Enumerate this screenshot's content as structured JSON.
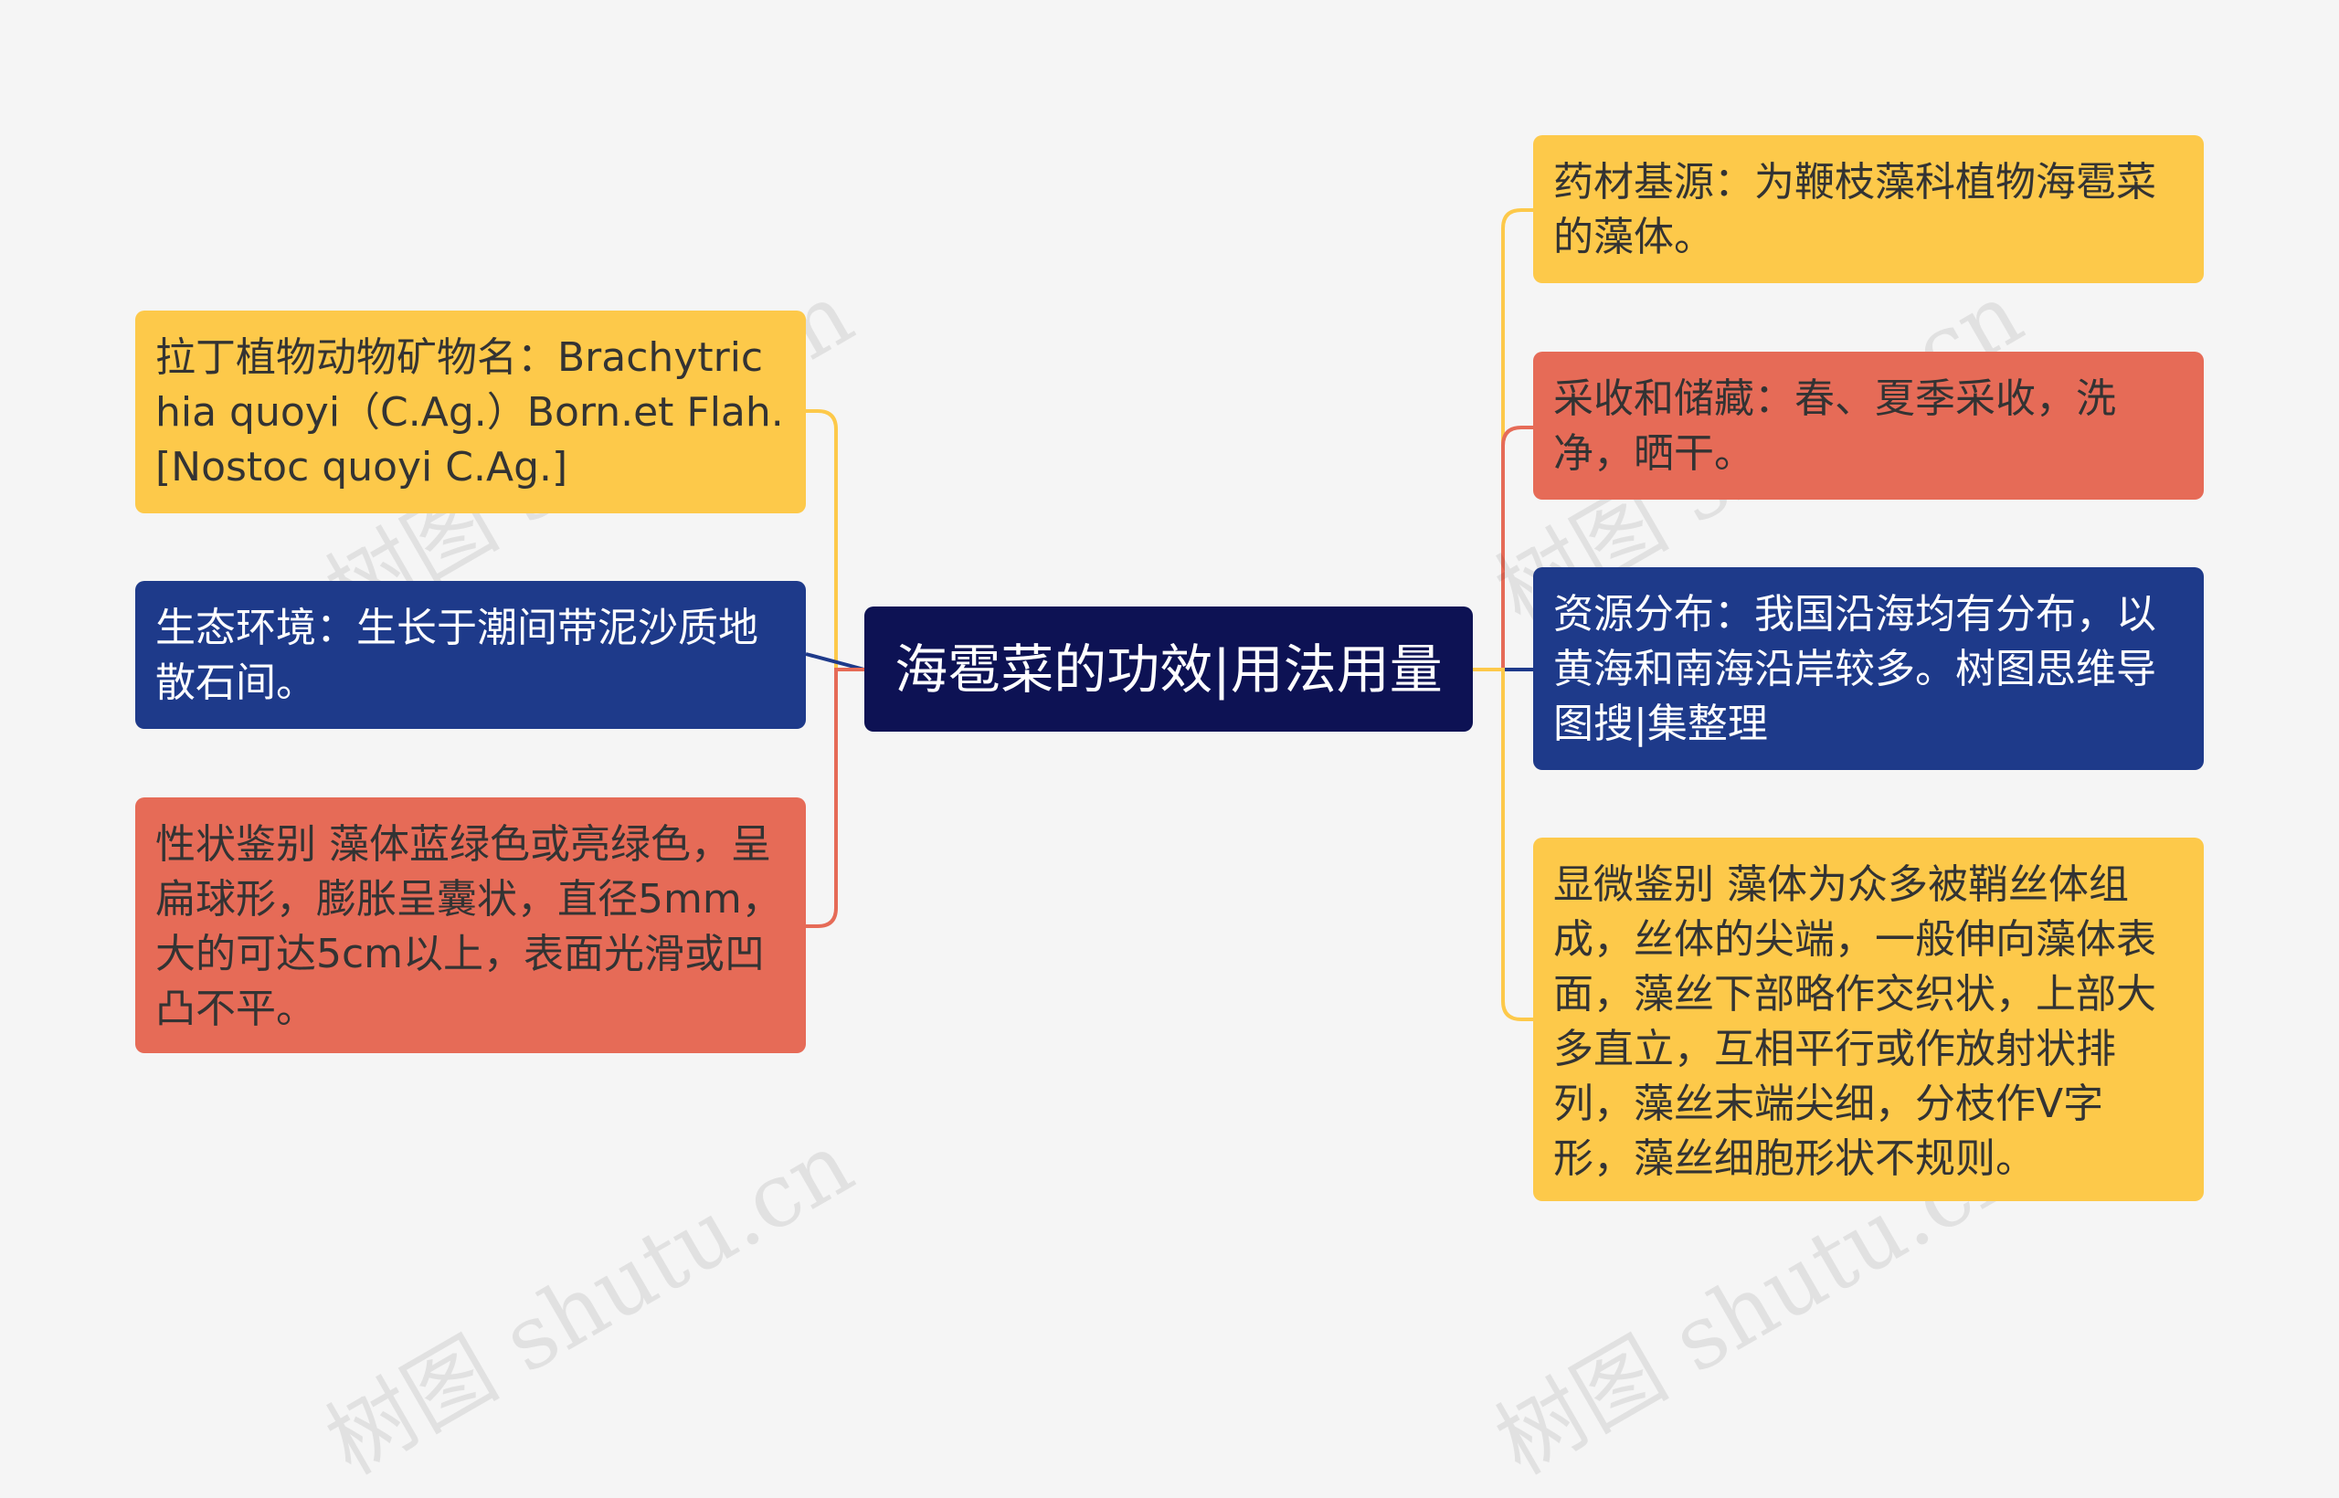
{
  "mindmap": {
    "root": {
      "label": "海雹菜的功效|用法用量"
    },
    "left": [
      {
        "label": "拉丁植物动物矿物名：Brachytrichia quoyi（C.Ag.）Born.et Flah.[Nostoc quoyi C.Ag.]",
        "color": "#fdc94a"
      },
      {
        "label": "生态环境：生长于潮间带泥沙质地散石间。",
        "color": "#1e3a8a"
      },
      {
        "label": "性状鉴别 藻体蓝绿色或亮绿色，呈扁球形，膨胀呈囊状，直径5mm，大的可达5cm以上，表面光滑或凹凸不平。",
        "color": "#e66b57"
      }
    ],
    "right": [
      {
        "label": "药材基源：为鞭枝藻科植物海雹菜的藻体。",
        "color": "#fdc94a"
      },
      {
        "label": "采收和储藏：春、夏季采收，洗净，晒干。",
        "color": "#e66b57"
      },
      {
        "label": "资源分布：我国沿海均有分布，以黄海和南海沿岸较多。树图思维导图搜|集整理",
        "color": "#1e3a8a"
      },
      {
        "label": "显微鉴别 藻体为众多被鞘丝体组成，丝体的尖端，一般伸向藻体表面，藻丝下部略作交织状，上部大多直立，互相平行或作放射状排列，藻丝末端尖细，分枝作V字形，藻丝细胞形状不规则。",
        "color": "#fdc94a"
      }
    ]
  },
  "watermark": {
    "text": "树图 shutu.cn"
  }
}
